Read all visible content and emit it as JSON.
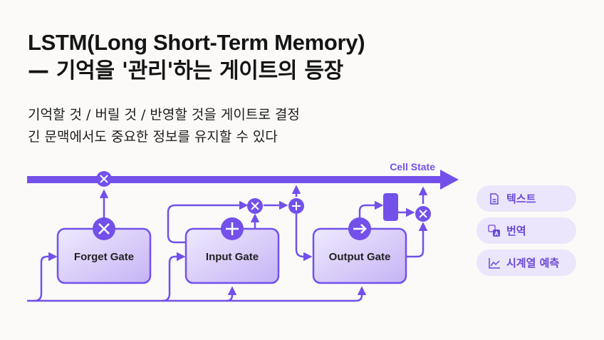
{
  "title": {
    "line1": "LSTM(Long Short-Term Memory)",
    "line2": "— 기억을 '관리'하는 게이트의 등장"
  },
  "subtitle": {
    "line1": "기억할 것 / 버릴 것 / 반영할 것을 게이트로 결정",
    "line2": "긴 문맥에서도 중요한 정보를 유지할 수 있다"
  },
  "diagram": {
    "cell_state_label": "Cell State",
    "gates": [
      {
        "label": "Forget Gate",
        "icon": "multiply-icon"
      },
      {
        "label": "Input Gate",
        "icon": "plus-icon"
      },
      {
        "label": "Output Gate",
        "icon": "arrow-right-icon"
      }
    ],
    "colors": {
      "accent": "#7350ea",
      "gate_fill_start": "#ece6fd",
      "gate_fill_end": "#c8b6f5",
      "pill_bg": "#ebe6fb",
      "pill_text": "#6a47d9"
    }
  },
  "applications": [
    {
      "label": "텍스트",
      "icon": "document-icon"
    },
    {
      "label": "번역",
      "icon": "translate-icon"
    },
    {
      "label": "시계열 예측",
      "icon": "line-chart-icon"
    }
  ]
}
